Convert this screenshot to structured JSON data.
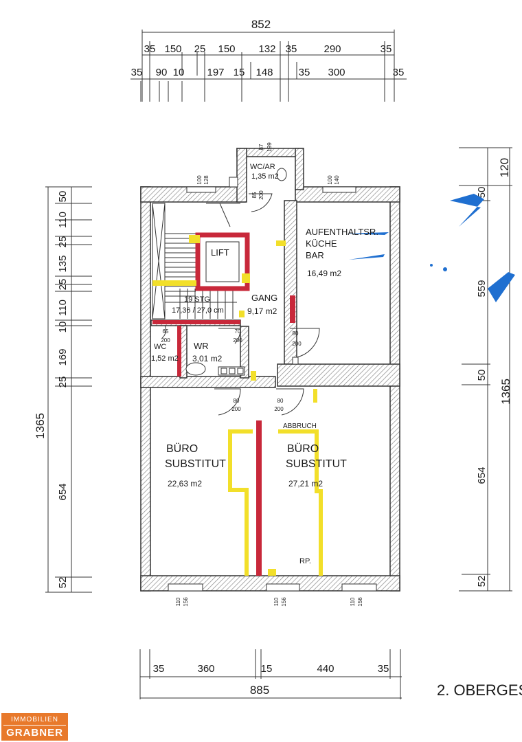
{
  "colors": {
    "wall": "#3a3a3a",
    "hatch": "#b8b8b8",
    "yellow": "#f2df2a",
    "red": "#c8283a",
    "blue": "#1f6fd0",
    "logo": "#e8792b"
  },
  "dimensions": {
    "top_total": "852",
    "top_row1": [
      "35",
      "150",
      "25",
      "150",
      "132",
      "35",
      "290",
      "35"
    ],
    "top_row2": [
      "35",
      "90",
      "10",
      "197",
      "15",
      "148",
      "35",
      "300",
      "35"
    ],
    "bottom_row": [
      "35",
      "360",
      "15",
      "440",
      "35"
    ],
    "bottom_total": "885",
    "left_total": "1365",
    "left_segments": [
      "50",
      "110",
      "25",
      "135",
      "25",
      "110",
      "10",
      "169",
      "25",
      "654",
      "52"
    ],
    "right_top": "120",
    "right_segments": [
      "50",
      "559",
      "50",
      "654",
      "52"
    ],
    "right_total": "1365",
    "window_marks": [
      "110",
      "156"
    ],
    "small_marks": [
      "100",
      "128",
      "100",
      "140",
      "85",
      "200",
      "65",
      "200",
      "70",
      "200",
      "80",
      "200",
      "80",
      "200",
      "80",
      "200",
      "87",
      "199"
    ]
  },
  "rooms": {
    "wc_ar": {
      "name": "WC/AR",
      "area": "1,35 m2"
    },
    "aufenthalt": {
      "line1": "AUFENTHALTSR.",
      "line2": "KÜCHE",
      "line3": "BAR",
      "area": "16,49 m2"
    },
    "lift": {
      "name": "LIFT"
    },
    "stair": {
      "name": "19 STG",
      "size": "17,36 / 27,0 cm"
    },
    "gang": {
      "name": "GANG",
      "area": "9,17 m2"
    },
    "wc": {
      "name": "WC",
      "area": "1,52 m2"
    },
    "wr": {
      "name": "WR",
      "area": "3,01 m2"
    },
    "buero1": {
      "line1": "BÜRO",
      "line2": "SUBSTITUT",
      "area": "22,63 m2"
    },
    "buero2": {
      "line1": "BÜRO",
      "line2": "SUBSTITUT",
      "area": "27,21 m2"
    },
    "abbruch": "ABBRUCH",
    "rp": "RP."
  },
  "floor_title": "2. OBERGES",
  "logo": {
    "line1": "IMMOBILIEN",
    "line2": "GRABNER"
  }
}
